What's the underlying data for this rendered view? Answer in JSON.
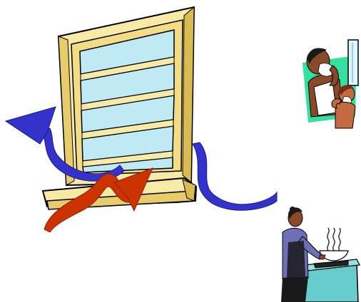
{
  "scene": {
    "background_color": "#ffffff",
    "elements": [
      {
        "name": "window-illustration",
        "type": "clipart",
        "description_icon": "window-icon"
      },
      {
        "name": "outflow-arrow",
        "type": "arrow",
        "direction": "up-left",
        "color": "#3333cc"
      },
      {
        "name": "inflow-arrow",
        "type": "arrow",
        "direction": "up-right",
        "color": "#cc3300"
      },
      {
        "name": "shaving-figure",
        "type": "clipart",
        "description_icon": "bathroom-shaving-icon"
      },
      {
        "name": "cooking-figure",
        "type": "clipart",
        "description_icon": "kitchen-cooking-icon"
      }
    ]
  },
  "colors": {
    "window_frame": "#f7e9a6",
    "window_frame_shadow": "#d9bb52",
    "window_outline": "#000000",
    "glass": "#bfe9f5",
    "blue_arrow": "#3333cc",
    "red_arrow": "#cc3300",
    "green_backdrop": "#33e0a0",
    "skin": "#8a4a2a",
    "child_skin": "#c46a40",
    "shirt_white": "#ffffff",
    "lather": "#ffffff",
    "mirror": "#dff6ff",
    "counter_teal": "#66cccc",
    "cook_shirt": "#6f6fb8",
    "steam": "#333333",
    "hair_dark": "#1a1a1a"
  }
}
